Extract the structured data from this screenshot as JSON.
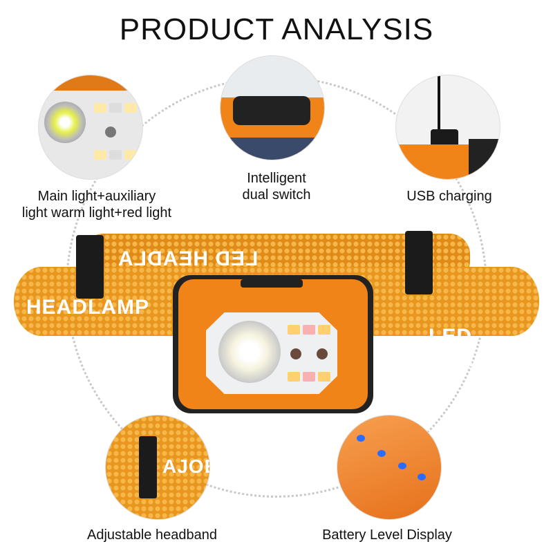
{
  "title": "PRODUCT ANALYSIS",
  "features": [
    {
      "label_line1": "Main light+auxiliary",
      "label_line2": "light warm light+red light"
    },
    {
      "label_line1": "Intelligent",
      "label_line2": "dual switch"
    },
    {
      "label_line1": "USB charging"
    },
    {
      "label_line1": "Adjustable headband"
    },
    {
      "label_line1": "Battery Level Display"
    }
  ],
  "band_text": {
    "top": "LED HEADLA",
    "left": "HEADLAMP",
    "right": "LED HEADLAM",
    "inset": "AJOE"
  },
  "battery_level_dots": 4,
  "colors": {
    "orange": "#f08418",
    "battery_blue": "#2a6cff"
  }
}
